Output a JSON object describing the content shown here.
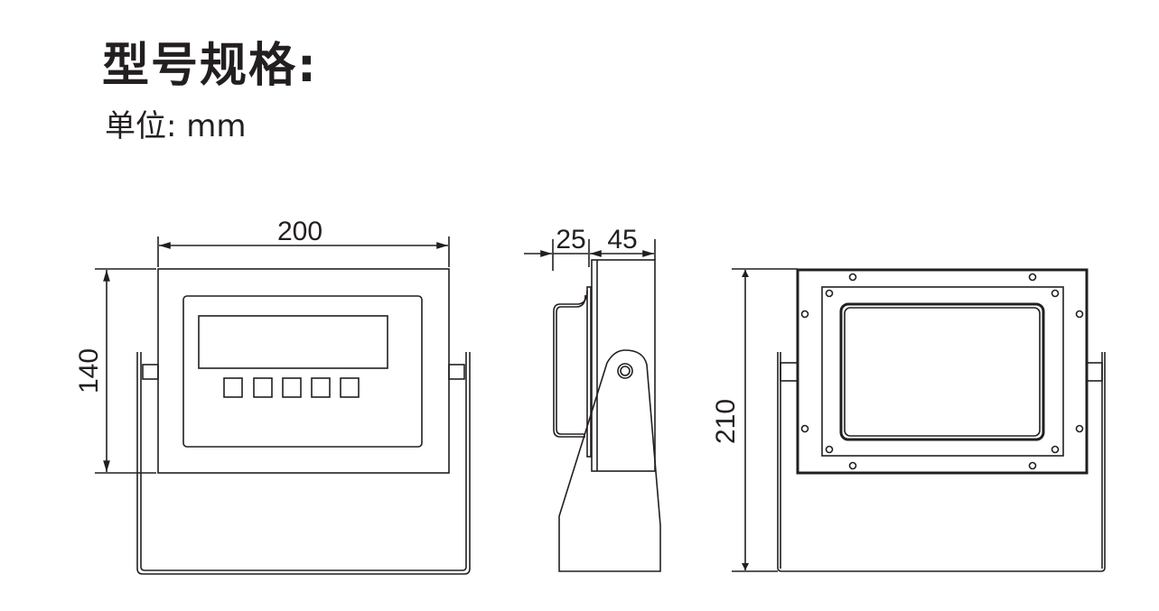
{
  "header": {
    "title": "型号规格:",
    "unit": "单位: mm"
  },
  "dimensions": {
    "front_width": "200",
    "front_height": "140",
    "side_bracket_depth": "25",
    "side_body_depth": "45",
    "back_total_height": "210"
  },
  "colors": {
    "line": "#231f20",
    "background": "#ffffff"
  }
}
